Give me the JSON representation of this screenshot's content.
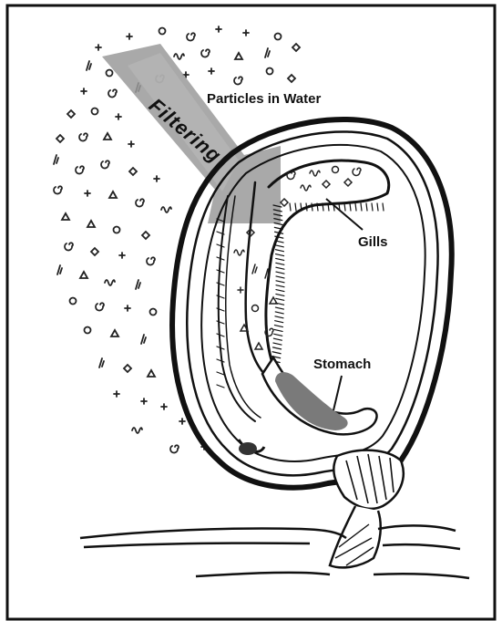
{
  "labels": {
    "particles": "Particles in Water",
    "filtering": "Filtering",
    "gills": "Gills",
    "stomach": "Stomach"
  },
  "colors": {
    "ink": "#111111",
    "filter_arrow": "#8c8c8c",
    "stomach": "#7a7a7a",
    "border": "#111111"
  }
}
